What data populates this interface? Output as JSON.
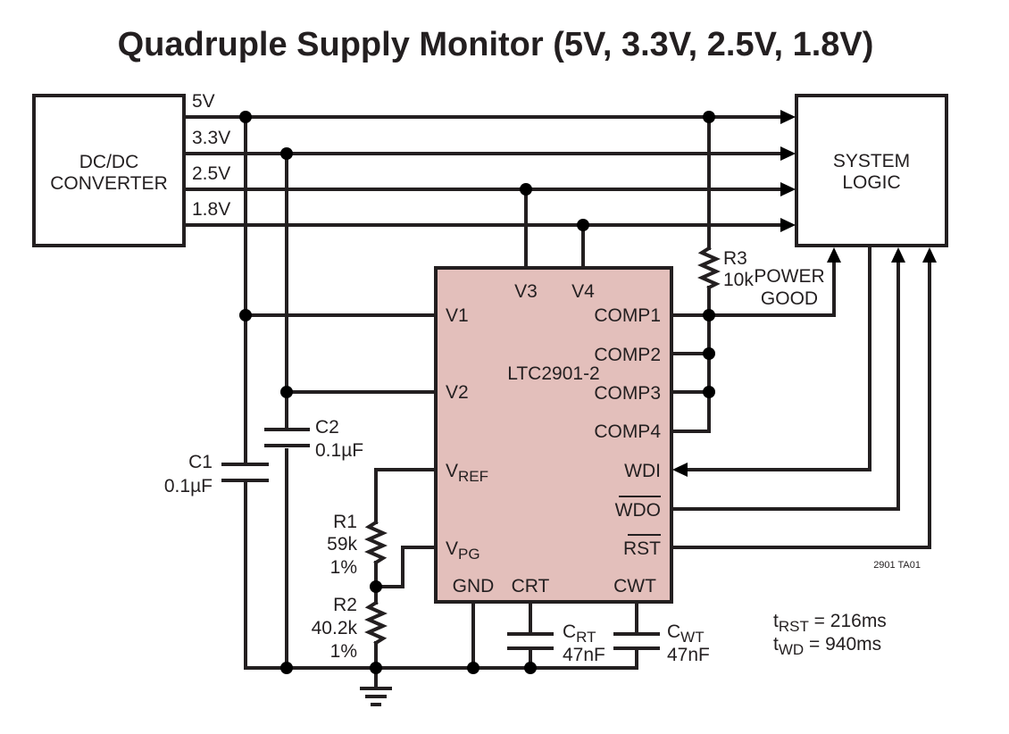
{
  "title": "Quadruple Supply Monitor (5V, 3.3V, 2.5V, 1.8V)",
  "dcdc": {
    "line1": "DC/DC",
    "line2": "CONVERTER"
  },
  "system_logic": {
    "line1": "SYSTEM",
    "line2": "LOGIC"
  },
  "rails": [
    "5V",
    "3.3V",
    "2.5V",
    "1.8V"
  ],
  "chip": {
    "name": "LTC2901-2",
    "pins": {
      "v1": "V1",
      "v2": "V2",
      "v3": "V3",
      "v4": "V4",
      "vref_main": "V",
      "vref_sub": "REF",
      "vpg_main": "V",
      "vpg_sub": "PG",
      "comp1": "COMP1",
      "comp2": "COMP2",
      "comp3": "COMP3",
      "comp4": "COMP4",
      "wdi": "WDI",
      "wdo": "WDO",
      "rst": "RST",
      "gnd": "GND",
      "crt": "CRT",
      "cwt": "CWT"
    },
    "color": "#e3bfbb"
  },
  "components": {
    "r3": {
      "name": "R3",
      "value": "10k"
    },
    "power_good": {
      "line1": "POWER",
      "line2": "GOOD"
    },
    "c1": {
      "name": "C1",
      "value": "0.1µF"
    },
    "c2": {
      "name": "C2",
      "value": "0.1µF"
    },
    "r1": {
      "name": "R1",
      "value": "59k",
      "tol": "1%"
    },
    "r2": {
      "name": "R2",
      "value": "40.2k",
      "tol": "1%"
    },
    "crt": {
      "main": "C",
      "sub": "RT",
      "value": "47nF"
    },
    "cwt": {
      "main": "C",
      "sub": "WT",
      "value": "47nF"
    }
  },
  "figure_id": "2901 TA01",
  "timing": {
    "trst": {
      "main": "t",
      "sub": "RST",
      "value": " = 216ms"
    },
    "twd": {
      "main": "t",
      "sub": "WD",
      "value": " = 940ms"
    }
  }
}
